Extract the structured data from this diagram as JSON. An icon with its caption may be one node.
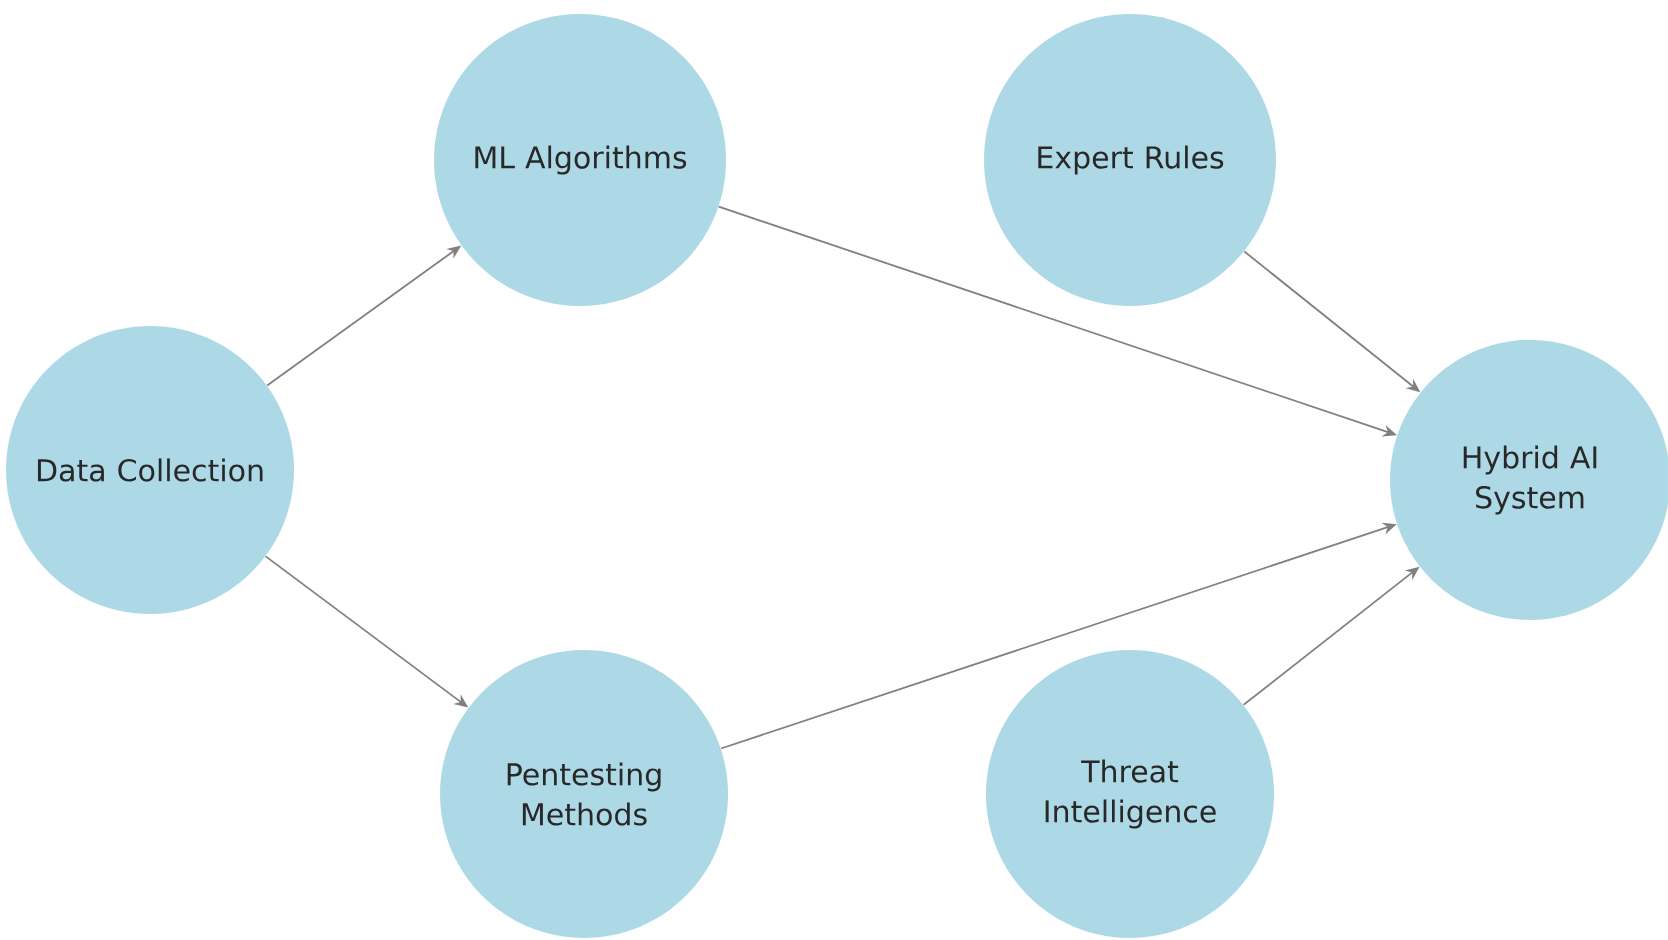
{
  "diagram": {
    "nodes": [
      {
        "text": [
          "Data Collection"
        ]
      },
      {
        "text": [
          "ML Algorithms"
        ]
      },
      {
        "text": [
          "Pentesting Methods"
        ]
      },
      {
        "text": [
          "Expert Rules"
        ]
      },
      {
        "text": [
          "Threat Intelligence"
        ]
      },
      {
        "text": [
          "Hybrid AI System"
        ]
      }
    ],
    "edges": [
      {
        "from": 0,
        "to": 1,
        "arrow": "to"
      },
      {
        "from": 0,
        "to": 2,
        "arrow": "to"
      },
      {
        "from": 1,
        "to": 5,
        "arrow": "to"
      },
      {
        "from": 2,
        "to": 5,
        "arrow": "to"
      },
      {
        "from": 3,
        "to": 5,
        "arrow": "to"
      },
      {
        "from": 4,
        "to": 5,
        "arrow": "to"
      }
    ]
  }
}
